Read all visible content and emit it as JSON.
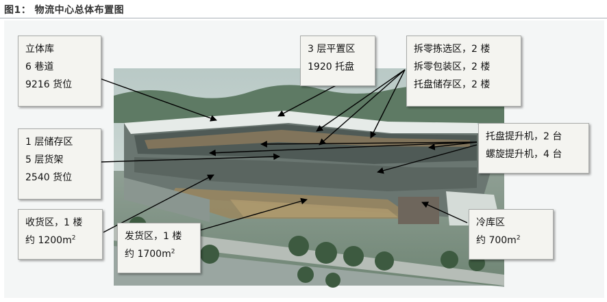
{
  "figure": {
    "title": "图1：  物流中心总体布置图"
  },
  "callouts": {
    "stereo_warehouse": {
      "line1": "立体库",
      "line2": "6 巷道",
      "line3": "9216 货位"
    },
    "floor3_flat": {
      "line1": "3 层平置区",
      "line2": "1920 托盘"
    },
    "picking": {
      "line1": "拆零拣选区，2 楼",
      "line2": "拆零包装区，2 楼",
      "line3": "托盘储存区，2 楼"
    },
    "floor1_storage": {
      "line1": "1 层储存区",
      "line2": "5 层货架",
      "line3": "2540 货位"
    },
    "lifts": {
      "line1": "托盘提升机，2 台",
      "line2": "螺旋提升机，4 台"
    },
    "receiving": {
      "line1": "收货区，1 楼",
      "line2_prefix": "约 1200m",
      "line2_sup": "2"
    },
    "shipping": {
      "line1": "发货区，1 楼",
      "line2_prefix": "约 1700m",
      "line2_sup": "2"
    },
    "cold_storage": {
      "line1": "冷库区",
      "line2_prefix": "约 700m",
      "line2_sup": "2"
    }
  },
  "colors": {
    "arrow": "#000000",
    "box_bg": "#f4f4f0",
    "box_border": "#a8aaa8",
    "sky": "#c7d3cf",
    "trees": "#4a6a4c",
    "building": "#7d8a84"
  }
}
